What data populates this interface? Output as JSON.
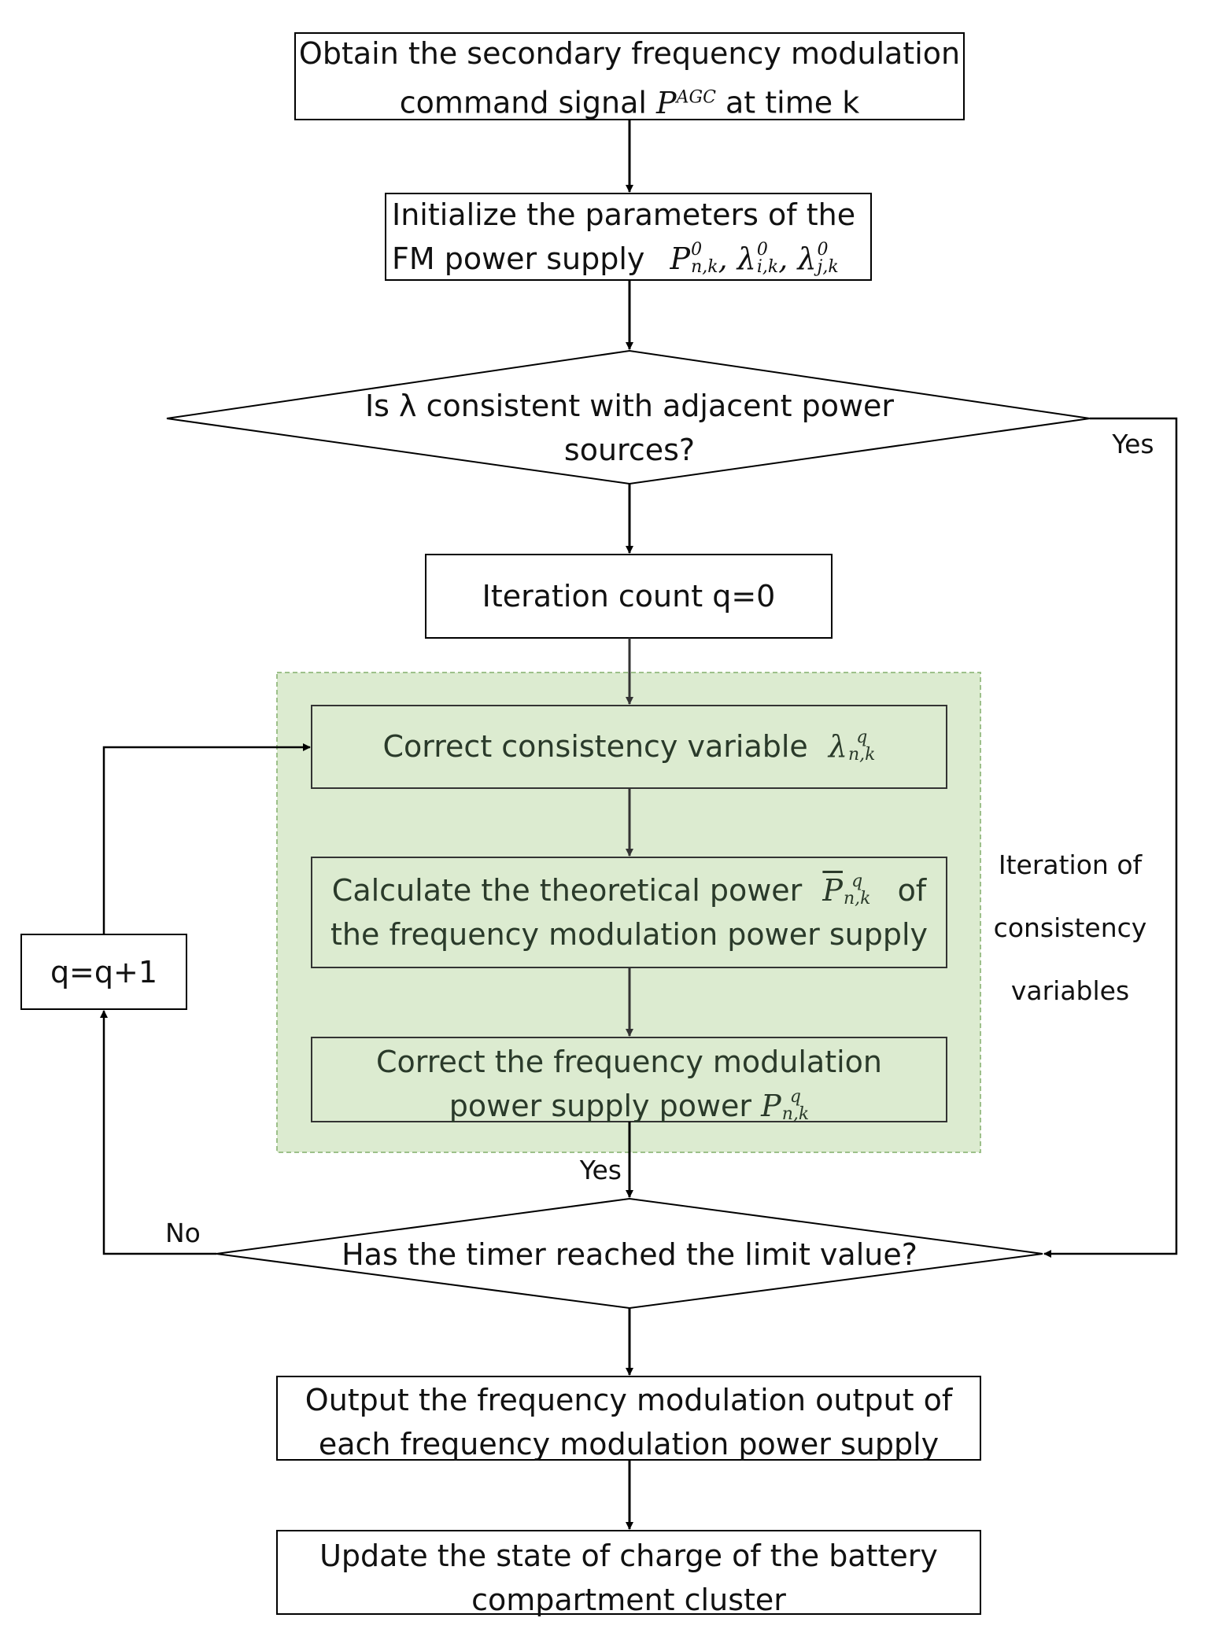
{
  "nodes": {
    "obtain": {
      "line1": "Obtain the secondary frequency modulation",
      "line2_pre": "command signal",
      "sym_base": "P",
      "sym_sup": "AGC",
      "line2_post": "at time k"
    },
    "initialize": {
      "line1": "Initialize the parameters of the",
      "line2_pre": "FM power supply",
      "sym_p": "P",
      "sym_p_sup": "0",
      "sym_p_sub": "n,k",
      "sym_l1": "λ",
      "sym_l1_sup": "0",
      "sym_l1_sub": "i,k",
      "sym_l2": "λ",
      "sym_l2_sup": "0",
      "sym_l2_sub": "j,k",
      "sep": ","
    },
    "decision_consistent": {
      "line1": "Is λ  consistent with adjacent power",
      "line2": "sources?"
    },
    "iteration_count": {
      "label": "Iteration count q=0"
    },
    "correct_consistency": {
      "label": "Correct consistency variable",
      "sym": "λ",
      "sym_sup": "q",
      "sym_sub": "n,k"
    },
    "calculate_power": {
      "line1_pre": "Calculate the theoretical power",
      "sym": "P",
      "sym_sup": "q",
      "sym_sub": "n,k",
      "line1_post": "of",
      "line2": "the frequency modulation power supply"
    },
    "correct_power": {
      "line1": "Correct the frequency modulation",
      "line2_pre": "power supply power",
      "sym": "P",
      "sym_sup": "q",
      "sym_sub": "n,k"
    },
    "decision_timer": {
      "label": "Has the timer reached the limit value?"
    },
    "increment": {
      "label": "q=q+1"
    },
    "output": {
      "line1": "Output the frequency modulation output of",
      "line2": "each frequency modulation power supply"
    },
    "update": {
      "line1": "Update the state of charge of the battery",
      "line2": "compartment cluster"
    }
  },
  "group_label": {
    "line1": "Iteration of",
    "line2": "consistency",
    "line3": "variables"
  },
  "edge_labels": {
    "yes_right": "Yes",
    "yes_bottom": "Yes",
    "no_left": "No"
  },
  "colors": {
    "group_fill": "#dcebd0",
    "group_border": "#9dc08a",
    "stroke": "#000000"
  }
}
